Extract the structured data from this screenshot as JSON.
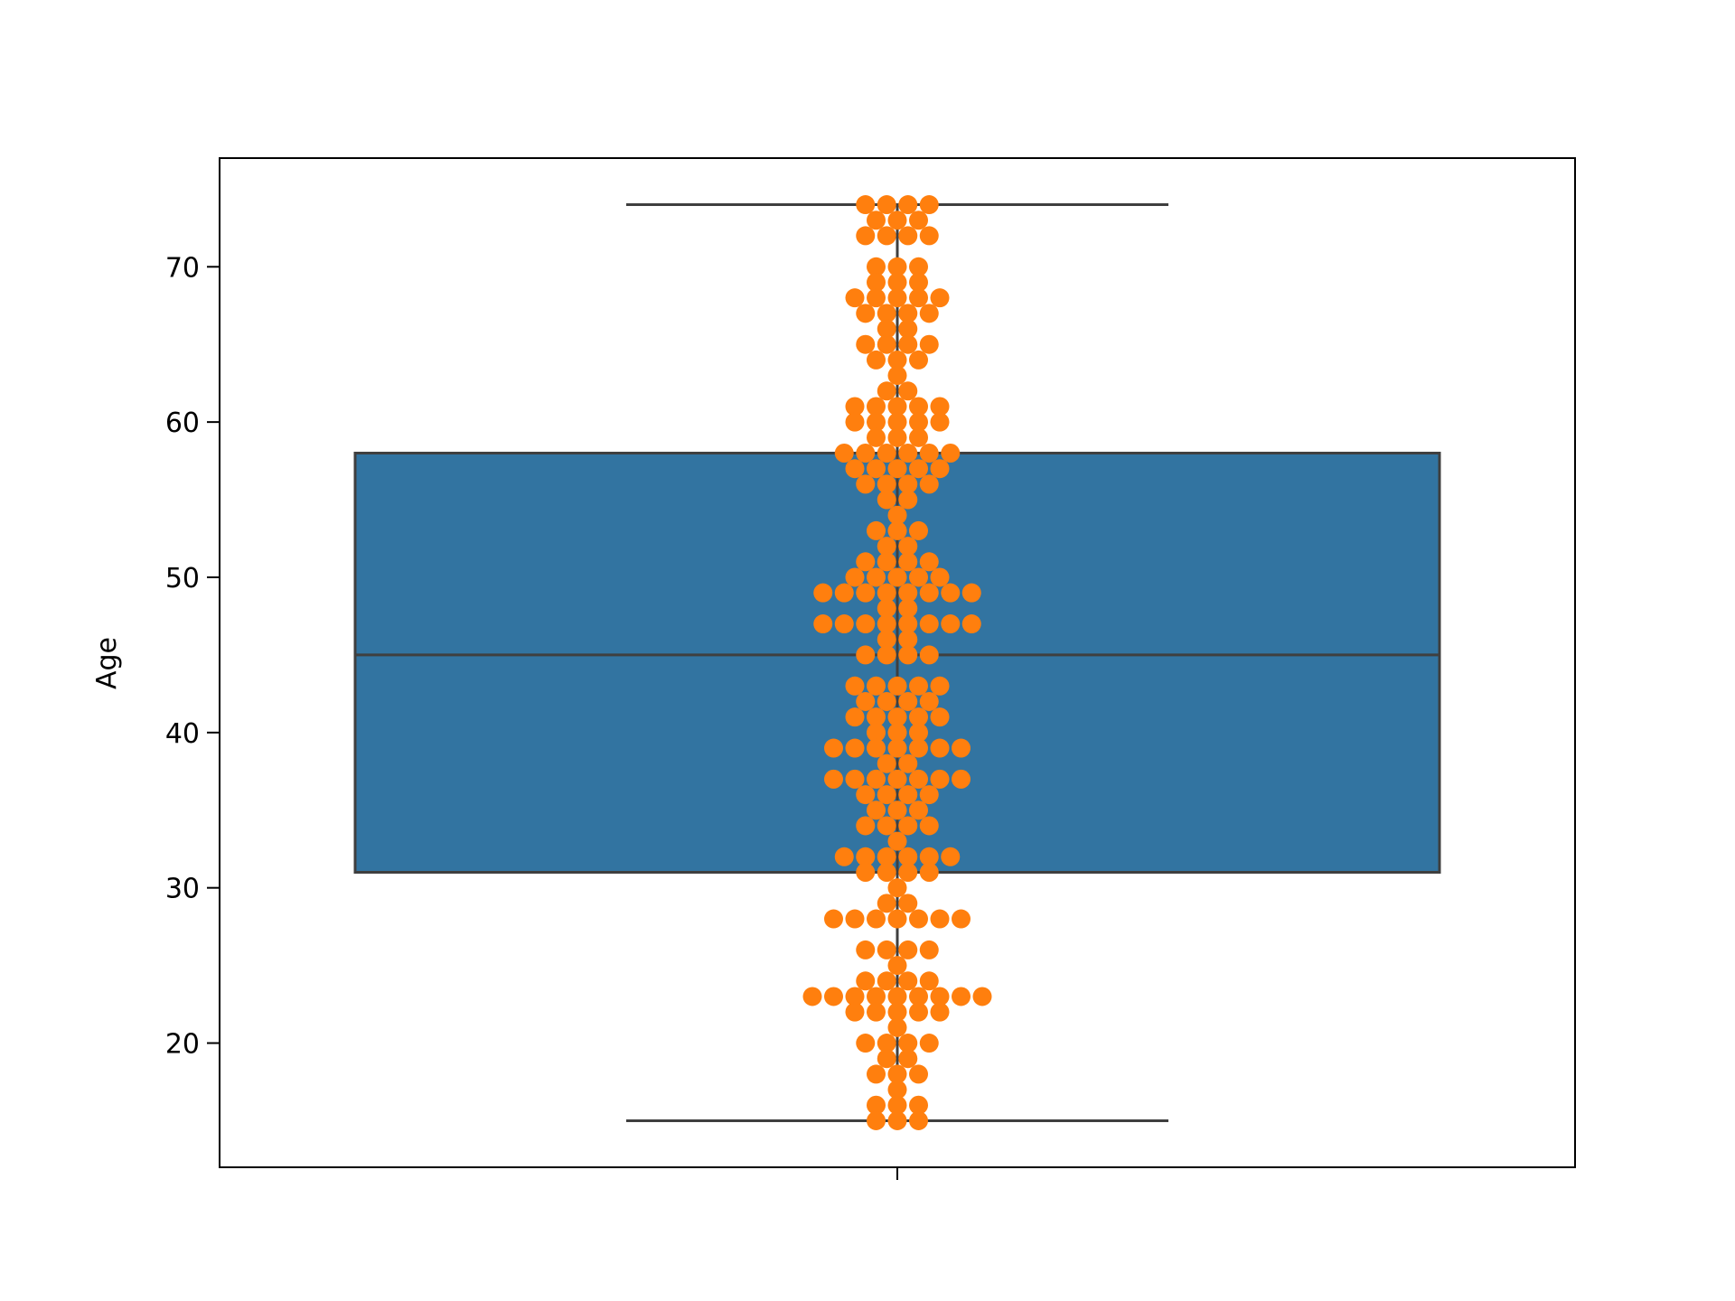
{
  "chart_data": {
    "type": "box",
    "ylabel": "Age",
    "xlabel": "",
    "ylim": [
      12,
      77
    ],
    "yticks": [
      20,
      30,
      40,
      50,
      60,
      70
    ],
    "grid": false,
    "box": {
      "whisker_low": 15,
      "q1": 31,
      "median": 45,
      "q3": 58,
      "whisker_high": 74
    },
    "colors": {
      "box_fill": "#3274a1",
      "box_edge": "#3f3f3f",
      "points": "#ff7f0e"
    },
    "swarm": [
      {
        "y": 74,
        "count": 4
      },
      {
        "y": 73,
        "count": 3
      },
      {
        "y": 72,
        "count": 4
      },
      {
        "y": 70,
        "count": 3
      },
      {
        "y": 69,
        "count": 3
      },
      {
        "y": 68,
        "count": 5
      },
      {
        "y": 67,
        "count": 4
      },
      {
        "y": 66,
        "count": 2
      },
      {
        "y": 65,
        "count": 4
      },
      {
        "y": 64,
        "count": 3
      },
      {
        "y": 63,
        "count": 1
      },
      {
        "y": 62,
        "count": 2
      },
      {
        "y": 61,
        "count": 5
      },
      {
        "y": 60,
        "count": 5
      },
      {
        "y": 59,
        "count": 3
      },
      {
        "y": 58,
        "count": 6
      },
      {
        "y": 57,
        "count": 5
      },
      {
        "y": 56,
        "count": 4
      },
      {
        "y": 55,
        "count": 2
      },
      {
        "y": 54,
        "count": 1
      },
      {
        "y": 53,
        "count": 3
      },
      {
        "y": 52,
        "count": 2
      },
      {
        "y": 51,
        "count": 4
      },
      {
        "y": 50,
        "count": 5
      },
      {
        "y": 49,
        "count": 8
      },
      {
        "y": 48,
        "count": 2
      },
      {
        "y": 47,
        "count": 8
      },
      {
        "y": 46,
        "count": 2
      },
      {
        "y": 45,
        "count": 4
      },
      {
        "y": 43,
        "count": 5
      },
      {
        "y": 42,
        "count": 4
      },
      {
        "y": 41,
        "count": 5
      },
      {
        "y": 40,
        "count": 3
      },
      {
        "y": 39,
        "count": 7
      },
      {
        "y": 38,
        "count": 2
      },
      {
        "y": 37,
        "count": 7
      },
      {
        "y": 36,
        "count": 4
      },
      {
        "y": 35,
        "count": 3
      },
      {
        "y": 34,
        "count": 4
      },
      {
        "y": 33,
        "count": 1
      },
      {
        "y": 32,
        "count": 6
      },
      {
        "y": 31,
        "count": 4
      },
      {
        "y": 30,
        "count": 1
      },
      {
        "y": 29,
        "count": 2
      },
      {
        "y": 28,
        "count": 7
      },
      {
        "y": 26,
        "count": 4
      },
      {
        "y": 25,
        "count": 1
      },
      {
        "y": 24,
        "count": 4
      },
      {
        "y": 23,
        "count": 9
      },
      {
        "y": 22,
        "count": 5
      },
      {
        "y": 21,
        "count": 1
      },
      {
        "y": 20,
        "count": 4
      },
      {
        "y": 19,
        "count": 2
      },
      {
        "y": 18,
        "count": 3
      },
      {
        "y": 17,
        "count": 1
      },
      {
        "y": 16,
        "count": 3
      },
      {
        "y": 15,
        "count": 3
      }
    ]
  }
}
